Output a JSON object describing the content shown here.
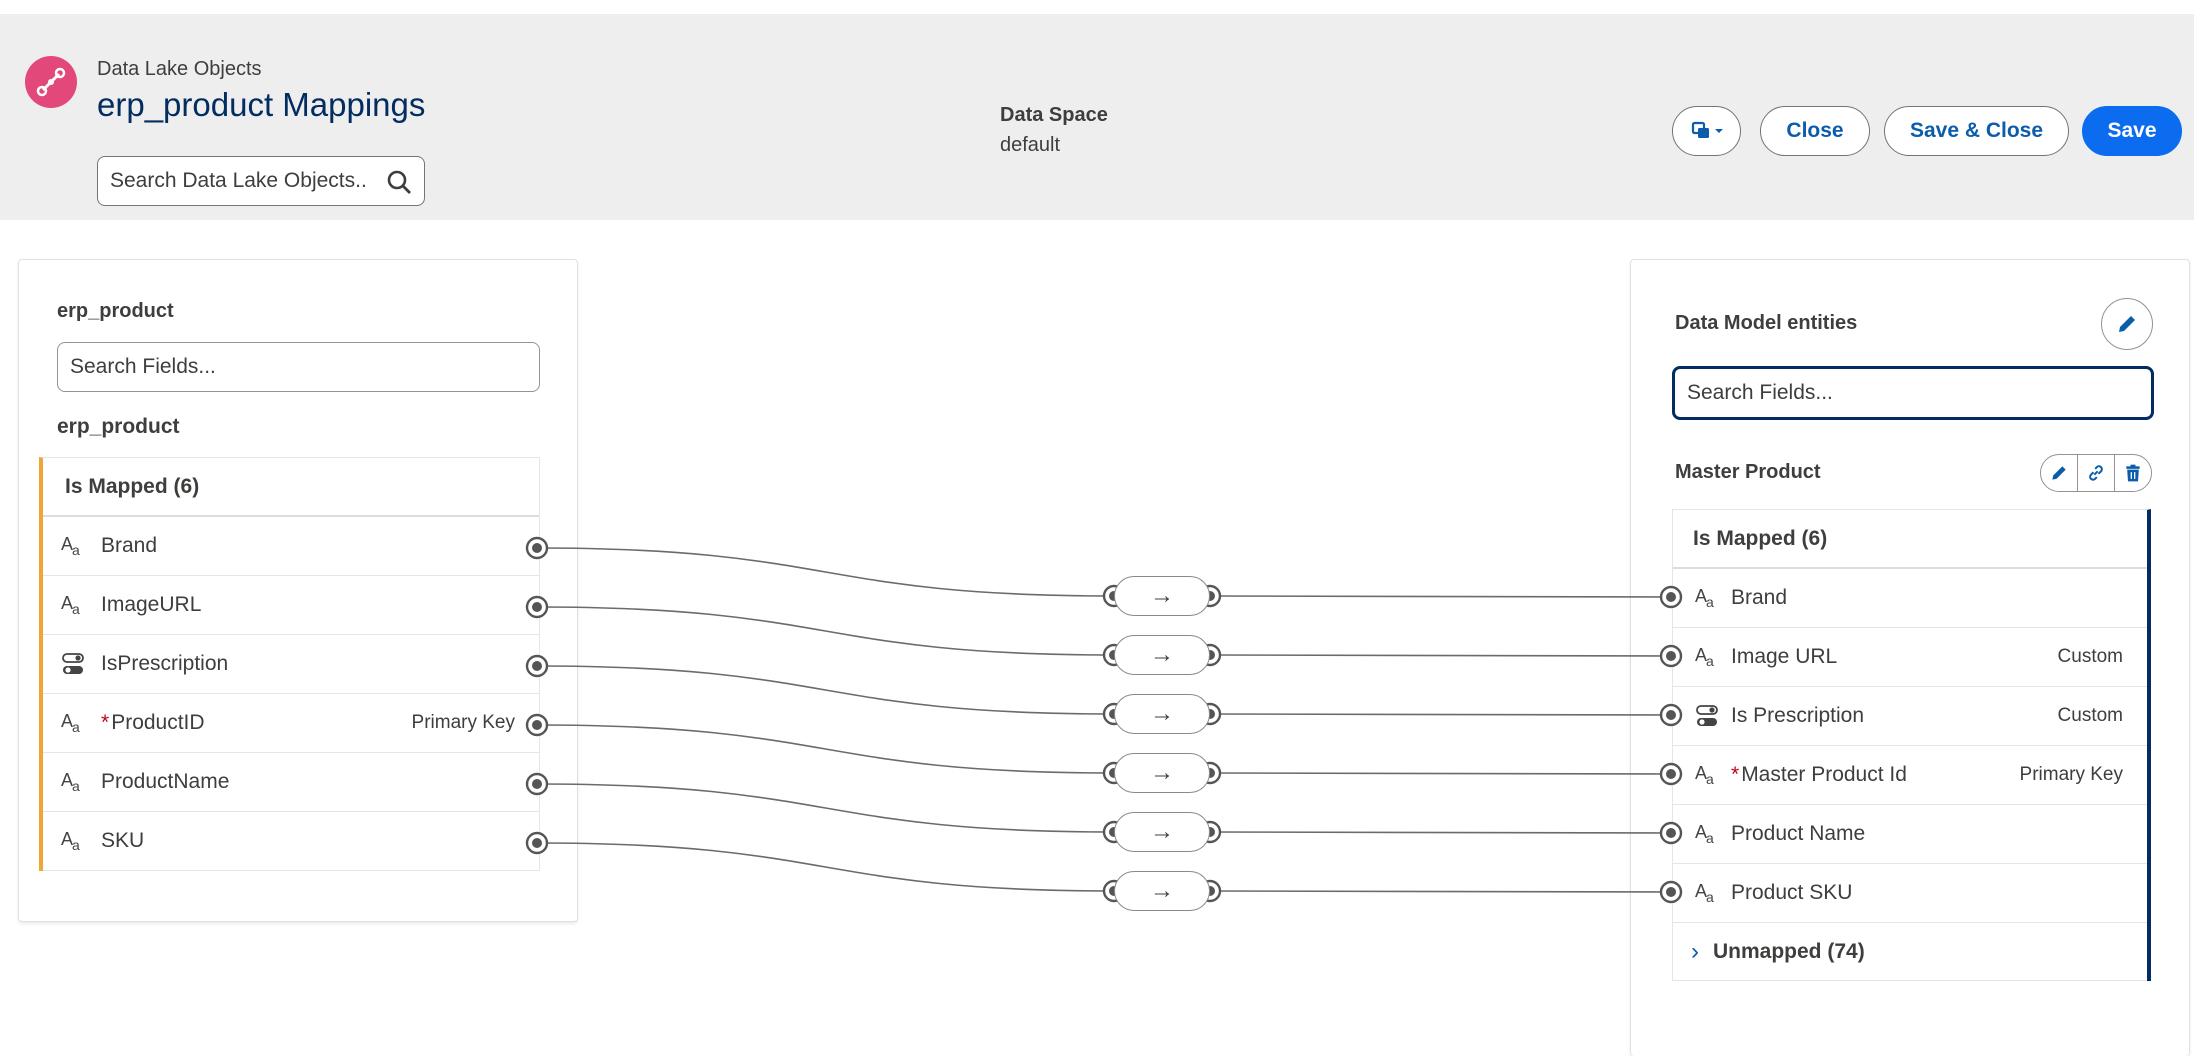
{
  "header": {
    "subtitle": "Data Lake Objects",
    "title": "erp_product Mappings",
    "search_placeholder": "Search Data Lake Objects..",
    "data_space_label": "Data Space",
    "data_space_value": "default",
    "buttons": {
      "close": "Close",
      "save_close": "Save & Close",
      "save": "Save"
    }
  },
  "left_panel": {
    "heading": "erp_product",
    "search_placeholder": "Search Fields...",
    "object_name": "erp_product",
    "group_label": "Is Mapped (6)",
    "fields": [
      {
        "name": "Brand",
        "type": "text-icon",
        "required": false,
        "tag": ""
      },
      {
        "name": "ImageURL",
        "type": "text-icon",
        "required": false,
        "tag": ""
      },
      {
        "name": "IsPrescription",
        "type": "toggle-icon",
        "required": false,
        "tag": ""
      },
      {
        "name": "ProductID",
        "type": "text-icon",
        "required": true,
        "tag": "Primary Key"
      },
      {
        "name": "ProductName",
        "type": "text-icon",
        "required": false,
        "tag": ""
      },
      {
        "name": "SKU",
        "type": "text-icon",
        "required": false,
        "tag": ""
      }
    ]
  },
  "right_panel": {
    "heading": "Data Model entities",
    "search_placeholder": "Search Fields...",
    "entity_name": "Master Product",
    "group_label": "Is Mapped (6)",
    "fields": [
      {
        "name": "Brand",
        "type": "text-icon",
        "required": false,
        "tag": ""
      },
      {
        "name": "Image URL",
        "type": "text-icon",
        "required": false,
        "tag": "Custom"
      },
      {
        "name": "Is Prescription",
        "type": "toggle-icon",
        "required": false,
        "tag": "Custom"
      },
      {
        "name": "Master Product Id",
        "type": "text-icon",
        "required": true,
        "tag": "Primary Key"
      },
      {
        "name": "Product Name",
        "type": "text-icon",
        "required": false,
        "tag": ""
      },
      {
        "name": "Product SKU",
        "type": "text-icon",
        "required": false,
        "tag": ""
      }
    ],
    "unmapped_label": "Unmapped (74)"
  },
  "mapping_arrow": "→",
  "colors": {
    "brand_blue": "#0b6cf0",
    "link_blue": "#0b5cab",
    "app_icon": "#e3487a",
    "mapped_accent_left": "#f0a537",
    "mapped_accent_right": "#032d60"
  }
}
